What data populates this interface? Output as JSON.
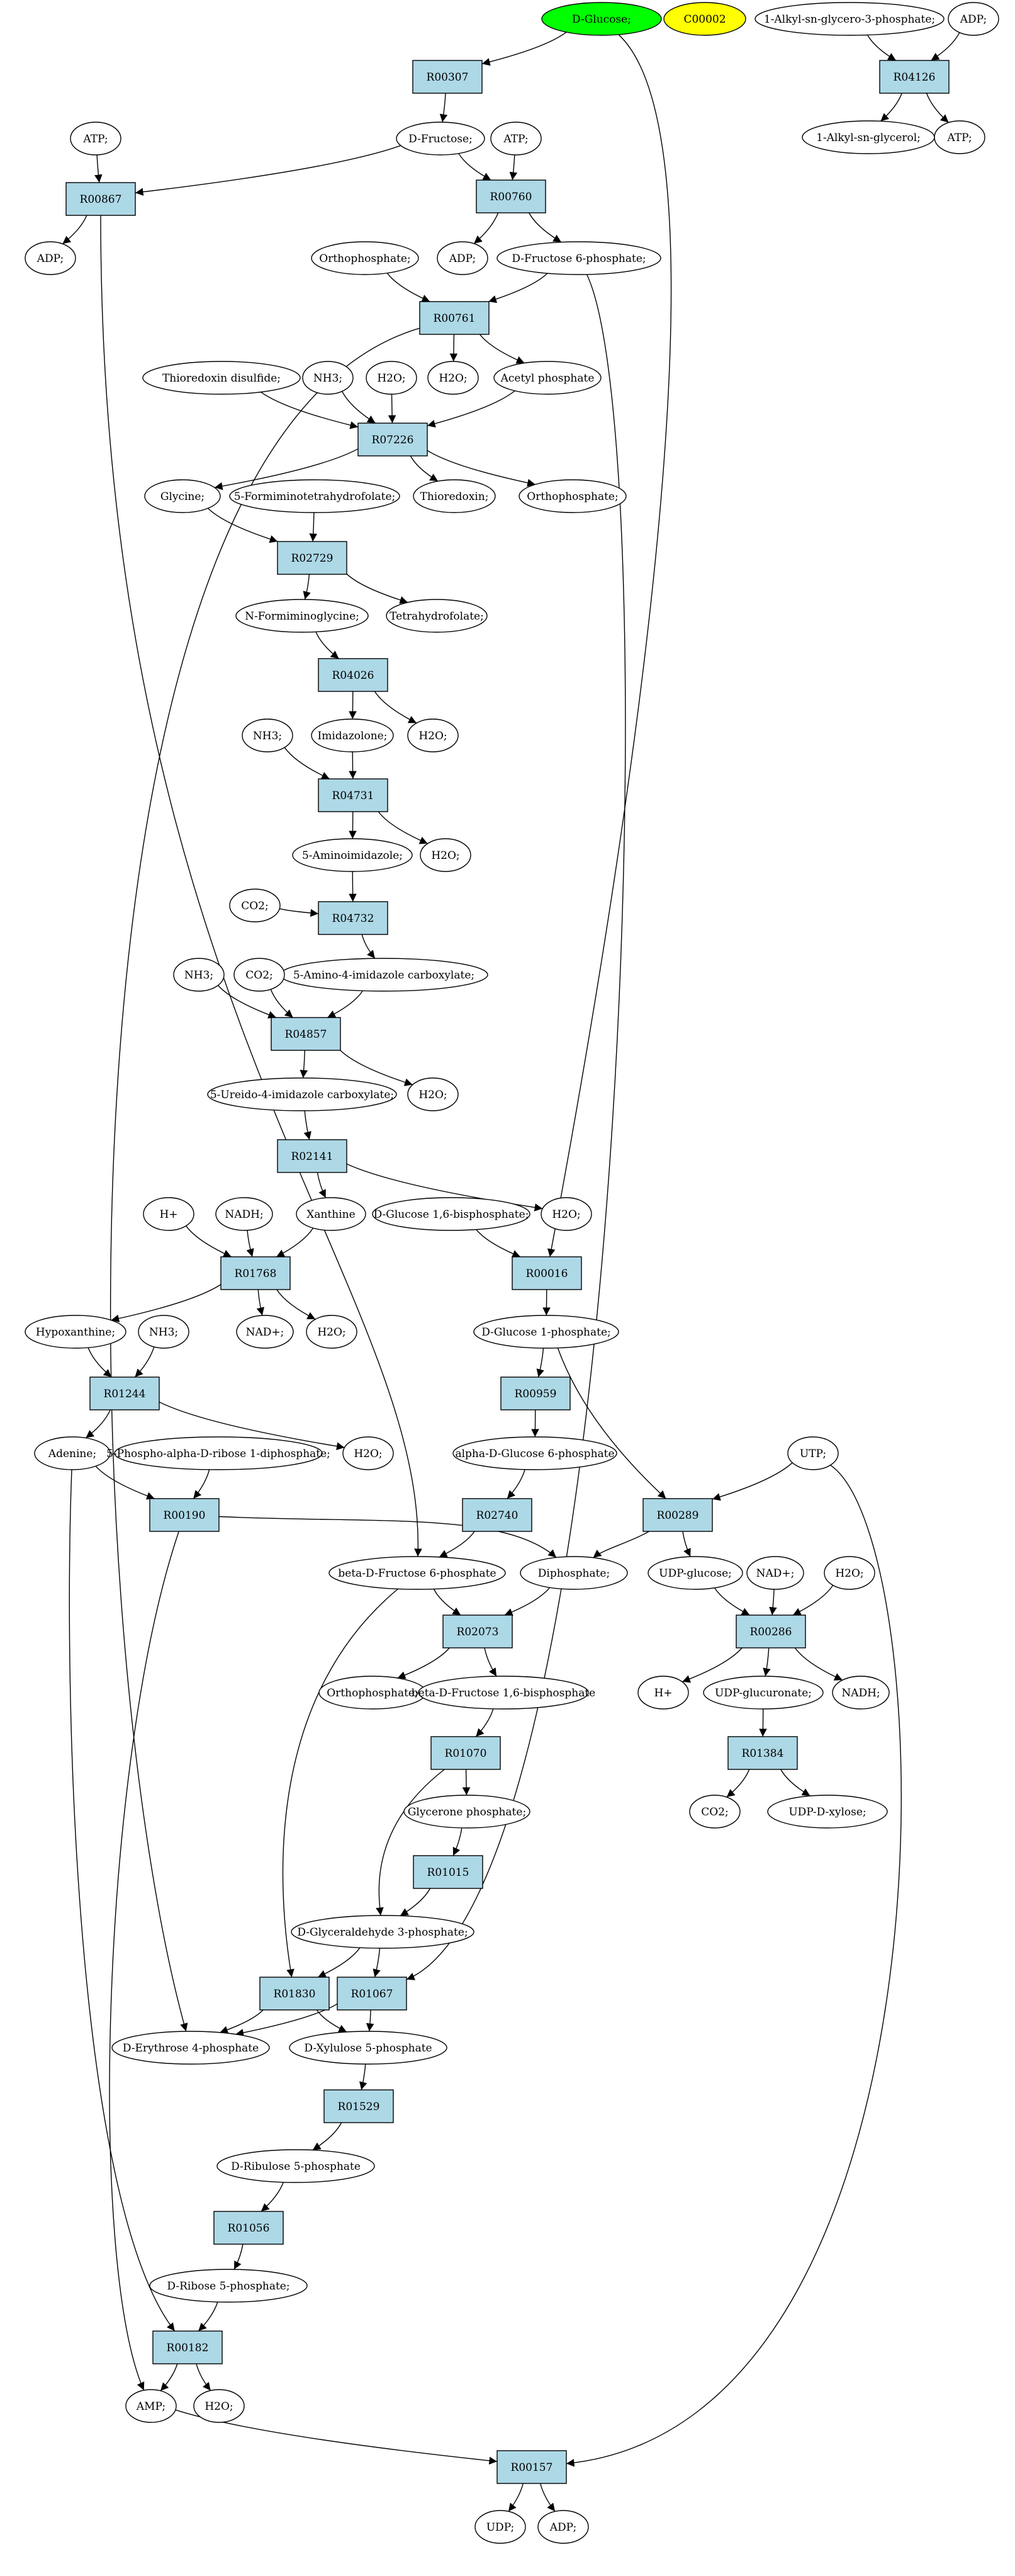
{
  "colors": {
    "reaction_fill": "#add8e6",
    "compound_fill": "#ffffff",
    "highlight_start": "#00ff00",
    "highlight_isolated": "#ffff00",
    "stroke": "#000000"
  },
  "nodes": [
    {
      "id": "glc",
      "label": "D-Glucose;",
      "type": "compound",
      "fill": "highlight_start"
    },
    {
      "id": "c00002",
      "label": "C00002",
      "type": "compound",
      "fill": "highlight_isolated"
    },
    {
      "id": "alkyl_g3p",
      "label": "1-Alkyl-sn-glycero-3-phosphate;",
      "type": "compound"
    },
    {
      "id": "adp_a",
      "label": "ADP;",
      "type": "compound"
    },
    {
      "id": "R04126",
      "label": "R04126",
      "type": "reaction"
    },
    {
      "id": "alkyl_gly",
      "label": "1-Alkyl-sn-glycerol;",
      "type": "compound"
    },
    {
      "id": "atp_a",
      "label": "ATP;",
      "type": "compound"
    },
    {
      "id": "R00307",
      "label": "R00307",
      "type": "reaction"
    },
    {
      "id": "fru",
      "label": "D-Fructose;",
      "type": "compound"
    },
    {
      "id": "atp_b",
      "label": "ATP;",
      "type": "compound"
    },
    {
      "id": "atp_c",
      "label": "ATP;",
      "type": "compound"
    },
    {
      "id": "R00867",
      "label": "R00867",
      "type": "reaction"
    },
    {
      "id": "R00760",
      "label": "R00760",
      "type": "reaction"
    },
    {
      "id": "adp_b",
      "label": "ADP;",
      "type": "compound"
    },
    {
      "id": "adp_c",
      "label": "ADP;",
      "type": "compound"
    },
    {
      "id": "f6p",
      "label": "D-Fructose 6-phosphate;",
      "type": "compound"
    },
    {
      "id": "pi_a",
      "label": "Orthophosphate;",
      "type": "compound"
    },
    {
      "id": "R00761",
      "label": "R00761",
      "type": "reaction"
    },
    {
      "id": "h2o_a",
      "label": "H2O;",
      "type": "compound"
    },
    {
      "id": "acp",
      "label": "Acetyl phosphate",
      "type": "compound"
    },
    {
      "id": "trxss",
      "label": "Thioredoxin disulfide;",
      "type": "compound"
    },
    {
      "id": "nh3_a",
      "label": "NH3;",
      "type": "compound"
    },
    {
      "id": "h2o_b",
      "label": "H2O;",
      "type": "compound"
    },
    {
      "id": "R07226",
      "label": "R07226",
      "type": "reaction"
    },
    {
      "id": "gly",
      "label": "Glycine;",
      "type": "compound"
    },
    {
      "id": "trx",
      "label": "Thioredoxin;",
      "type": "compound"
    },
    {
      "id": "pi_b",
      "label": "Orthophosphate;",
      "type": "compound"
    },
    {
      "id": "fthf",
      "label": "5-Formiminotetrahydrofolate;",
      "type": "compound"
    },
    {
      "id": "R02729",
      "label": "R02729",
      "type": "reaction"
    },
    {
      "id": "nfg",
      "label": "N-Formiminoglycine;",
      "type": "compound"
    },
    {
      "id": "thf",
      "label": "Tetrahydrofolate;",
      "type": "compound"
    },
    {
      "id": "R04026",
      "label": "R04026",
      "type": "reaction"
    },
    {
      "id": "nh3_b",
      "label": "NH3;",
      "type": "compound"
    },
    {
      "id": "imid",
      "label": "Imidazolone;",
      "type": "compound"
    },
    {
      "id": "h2o_c",
      "label": "H2O;",
      "type": "compound"
    },
    {
      "id": "R04731",
      "label": "R04731",
      "type": "reaction"
    },
    {
      "id": "aim",
      "label": "5-Aminoimidazole;",
      "type": "compound"
    },
    {
      "id": "h2o_d",
      "label": "H2O;",
      "type": "compound"
    },
    {
      "id": "co2_a",
      "label": "CO2;",
      "type": "compound"
    },
    {
      "id": "R04732",
      "label": "R04732",
      "type": "reaction"
    },
    {
      "id": "aic",
      "label": "5-Amino-4-imidazole carboxylate;",
      "type": "compound"
    },
    {
      "id": "nh3_c",
      "label": "NH3;",
      "type": "compound"
    },
    {
      "id": "co2_b",
      "label": "CO2;",
      "type": "compound"
    },
    {
      "id": "R04857",
      "label": "R04857",
      "type": "reaction"
    },
    {
      "id": "uic",
      "label": "5-Ureido-4-imidazole carboxylate;",
      "type": "compound"
    },
    {
      "id": "h2o_e",
      "label": "H2O;",
      "type": "compound"
    },
    {
      "id": "R02141",
      "label": "R02141",
      "type": "reaction"
    },
    {
      "id": "h2o_f",
      "label": "H2O;",
      "type": "compound"
    },
    {
      "id": "hplus_a",
      "label": "H+",
      "type": "compound"
    },
    {
      "id": "nadh_a",
      "label": "NADH;",
      "type": "compound"
    },
    {
      "id": "xan",
      "label": "Xanthine",
      "type": "compound"
    },
    {
      "id": "g16bp",
      "label": "D-Glucose 1,6-bisphosphate;",
      "type": "compound"
    },
    {
      "id": "R01768",
      "label": "R01768",
      "type": "reaction"
    },
    {
      "id": "R00016",
      "label": "R00016",
      "type": "reaction"
    },
    {
      "id": "hyp",
      "label": "Hypoxanthine;",
      "type": "compound"
    },
    {
      "id": "nh3_d",
      "label": "NH3;",
      "type": "compound"
    },
    {
      "id": "nadp_a",
      "label": "NAD+;",
      "type": "compound"
    },
    {
      "id": "h2o_g",
      "label": "H2O;",
      "type": "compound"
    },
    {
      "id": "g1p",
      "label": "D-Glucose 1-phosphate;",
      "type": "compound"
    },
    {
      "id": "R01244",
      "label": "R01244",
      "type": "reaction"
    },
    {
      "id": "R00959",
      "label": "R00959",
      "type": "reaction"
    },
    {
      "id": "ade",
      "label": "Adenine;",
      "type": "compound"
    },
    {
      "id": "prpp",
      "label": "5-Phospho-alpha-D-ribose 1-diphosphate;",
      "type": "compound"
    },
    {
      "id": "h2o_h",
      "label": "H2O;",
      "type": "compound"
    },
    {
      "id": "ag6p",
      "label": "alpha-D-Glucose 6-phosphate",
      "type": "compound"
    },
    {
      "id": "utp",
      "label": "UTP;",
      "type": "compound"
    },
    {
      "id": "R00190",
      "label": "R00190",
      "type": "reaction"
    },
    {
      "id": "R02740",
      "label": "R02740",
      "type": "reaction"
    },
    {
      "id": "R00289",
      "label": "R00289",
      "type": "reaction"
    },
    {
      "id": "bf6p",
      "label": "beta-D-Fructose 6-phosphate",
      "type": "compound"
    },
    {
      "id": "ppi",
      "label": "Diphosphate;",
      "type": "compound"
    },
    {
      "id": "udpglc",
      "label": "UDP-glucose;",
      "type": "compound"
    },
    {
      "id": "nadp_b",
      "label": "NAD+;",
      "type": "compound"
    },
    {
      "id": "h2o_i",
      "label": "H2O;",
      "type": "compound"
    },
    {
      "id": "R02073",
      "label": "R02073",
      "type": "reaction"
    },
    {
      "id": "R00286",
      "label": "R00286",
      "type": "reaction"
    },
    {
      "id": "pi_c",
      "label": "Orthophosphate;",
      "type": "compound"
    },
    {
      "id": "bfbp",
      "label": "beta-D-Fructose 1,6-bisphosphate",
      "type": "compound"
    },
    {
      "id": "hplus_b",
      "label": "H+",
      "type": "compound"
    },
    {
      "id": "udpglcA",
      "label": "UDP-glucuronate;",
      "type": "compound"
    },
    {
      "id": "nadh_b",
      "label": "NADH;",
      "type": "compound"
    },
    {
      "id": "R01070",
      "label": "R01070",
      "type": "reaction"
    },
    {
      "id": "R01384",
      "label": "R01384",
      "type": "reaction"
    },
    {
      "id": "dhap",
      "label": "Glycerone phosphate;",
      "type": "compound"
    },
    {
      "id": "co2_c",
      "label": "CO2;",
      "type": "compound"
    },
    {
      "id": "udpxyl",
      "label": "UDP-D-xylose;",
      "type": "compound"
    },
    {
      "id": "R01015",
      "label": "R01015",
      "type": "reaction"
    },
    {
      "id": "g3p",
      "label": "D-Glyceraldehyde 3-phosphate;",
      "type": "compound"
    },
    {
      "id": "R01830",
      "label": "R01830",
      "type": "reaction"
    },
    {
      "id": "R01067",
      "label": "R01067",
      "type": "reaction"
    },
    {
      "id": "e4p",
      "label": "D-Erythrose 4-phosphate",
      "type": "compound"
    },
    {
      "id": "xu5p",
      "label": "D-Xylulose 5-phosphate",
      "type": "compound"
    },
    {
      "id": "R01529",
      "label": "R01529",
      "type": "reaction"
    },
    {
      "id": "ru5p",
      "label": "D-Ribulose 5-phosphate",
      "type": "compound"
    },
    {
      "id": "R01056",
      "label": "R01056",
      "type": "reaction"
    },
    {
      "id": "r5p",
      "label": "D-Ribose 5-phosphate;",
      "type": "compound"
    },
    {
      "id": "R00182",
      "label": "R00182",
      "type": "reaction"
    },
    {
      "id": "amp",
      "label": "AMP;",
      "type": "compound"
    },
    {
      "id": "h2o_j",
      "label": "H2O;",
      "type": "compound"
    },
    {
      "id": "R00157",
      "label": "R00157",
      "type": "reaction"
    },
    {
      "id": "udp",
      "label": "UDP;",
      "type": "compound"
    },
    {
      "id": "adp_d",
      "label": "ADP;",
      "type": "compound"
    }
  ],
  "edges": [
    [
      "glc",
      "R00307"
    ],
    [
      "glc",
      "R00016"
    ],
    [
      "alkyl_g3p",
      "R04126"
    ],
    [
      "adp_a",
      "R04126"
    ],
    [
      "R04126",
      "alkyl_gly"
    ],
    [
      "R04126",
      "atp_a"
    ],
    [
      "R00307",
      "fru"
    ],
    [
      "fru",
      "R00867"
    ],
    [
      "fru",
      "R00760"
    ],
    [
      "atp_b",
      "R00867"
    ],
    [
      "atp_c",
      "R00760"
    ],
    [
      "R00867",
      "adp_b"
    ],
    [
      "R00867",
      "bf6p"
    ],
    [
      "R00760",
      "adp_c"
    ],
    [
      "R00760",
      "f6p"
    ],
    [
      "pi_a",
      "R00761"
    ],
    [
      "f6p",
      "R00761"
    ],
    [
      "f6p",
      "R01067"
    ],
    [
      "R00761",
      "h2o_a"
    ],
    [
      "R00761",
      "acp"
    ],
    [
      "R00761",
      "e4p"
    ],
    [
      "trxss",
      "R07226"
    ],
    [
      "nh3_a",
      "R07226"
    ],
    [
      "h2o_b",
      "R07226"
    ],
    [
      "acp",
      "R07226"
    ],
    [
      "R07226",
      "gly"
    ],
    [
      "R07226",
      "trx"
    ],
    [
      "R07226",
      "pi_b"
    ],
    [
      "gly",
      "R02729"
    ],
    [
      "fthf",
      "R02729"
    ],
    [
      "R02729",
      "nfg"
    ],
    [
      "R02729",
      "thf"
    ],
    [
      "nfg",
      "R04026"
    ],
    [
      "R04026",
      "imid"
    ],
    [
      "R04026",
      "h2o_c"
    ],
    [
      "nh3_b",
      "R04731"
    ],
    [
      "imid",
      "R04731"
    ],
    [
      "R04731",
      "aim"
    ],
    [
      "R04731",
      "h2o_d"
    ],
    [
      "co2_a",
      "R04732"
    ],
    [
      "aim",
      "R04732"
    ],
    [
      "R04732",
      "aic"
    ],
    [
      "nh3_c",
      "R04857"
    ],
    [
      "co2_b",
      "R04857"
    ],
    [
      "aic",
      "R04857"
    ],
    [
      "R04857",
      "uic"
    ],
    [
      "R04857",
      "h2o_e"
    ],
    [
      "uic",
      "R02141"
    ],
    [
      "R02141",
      "xan"
    ],
    [
      "R02141",
      "h2o_f"
    ],
    [
      "hplus_a",
      "R01768"
    ],
    [
      "nadh_a",
      "R01768"
    ],
    [
      "xan",
      "R01768"
    ],
    [
      "R01768",
      "hyp"
    ],
    [
      "R01768",
      "nadp_a"
    ],
    [
      "R01768",
      "h2o_g"
    ],
    [
      "g16bp",
      "R00016"
    ],
    [
      "R00016",
      "g1p"
    ],
    [
      "hyp",
      "R01244"
    ],
    [
      "nh3_d",
      "R01244"
    ],
    [
      "R01244",
      "ade"
    ],
    [
      "R01244",
      "h2o_h"
    ],
    [
      "g1p",
      "R00959"
    ],
    [
      "g1p",
      "R00289"
    ],
    [
      "R00959",
      "ag6p"
    ],
    [
      "ade",
      "R00190"
    ],
    [
      "prpp",
      "R00190"
    ],
    [
      "ade",
      "R00182"
    ],
    [
      "R00190",
      "ppi"
    ],
    [
      "R00190",
      "amp"
    ],
    [
      "ag6p",
      "R02740"
    ],
    [
      "R02740",
      "bf6p"
    ],
    [
      "utp",
      "R00289"
    ],
    [
      "utp",
      "R00157"
    ],
    [
      "R00289",
      "ppi"
    ],
    [
      "R00289",
      "udpglc"
    ],
    [
      "bf6p",
      "R02073"
    ],
    [
      "bf6p",
      "R01830"
    ],
    [
      "ppi",
      "R02073"
    ],
    [
      "R02073",
      "pi_c"
    ],
    [
      "R02073",
      "bfbp"
    ],
    [
      "udpglc",
      "R00286"
    ],
    [
      "nadp_b",
      "R00286"
    ],
    [
      "h2o_i",
      "R00286"
    ],
    [
      "R00286",
      "hplus_b"
    ],
    [
      "R00286",
      "udpglcA"
    ],
    [
      "R00286",
      "nadh_b"
    ],
    [
      "udpglcA",
      "R01384"
    ],
    [
      "R01384",
      "co2_c"
    ],
    [
      "R01384",
      "udpxyl"
    ],
    [
      "bfbp",
      "R01070"
    ],
    [
      "R01070",
      "dhap"
    ],
    [
      "R01070",
      "g3p"
    ],
    [
      "dhap",
      "R01015"
    ],
    [
      "R01015",
      "g3p"
    ],
    [
      "g3p",
      "R01830"
    ],
    [
      "g3p",
      "R01067"
    ],
    [
      "R01830",
      "e4p"
    ],
    [
      "R01830",
      "xu5p"
    ],
    [
      "R01067",
      "e4p"
    ],
    [
      "R01067",
      "xu5p"
    ],
    [
      "xu5p",
      "R01529"
    ],
    [
      "R01529",
      "ru5p"
    ],
    [
      "ru5p",
      "R01056"
    ],
    [
      "R01056",
      "r5p"
    ],
    [
      "r5p",
      "R00182"
    ],
    [
      "R00182",
      "amp"
    ],
    [
      "R00182",
      "h2o_j"
    ],
    [
      "amp",
      "R00157"
    ],
    [
      "R00157",
      "udp"
    ],
    [
      "R00157",
      "adp_d"
    ]
  ]
}
